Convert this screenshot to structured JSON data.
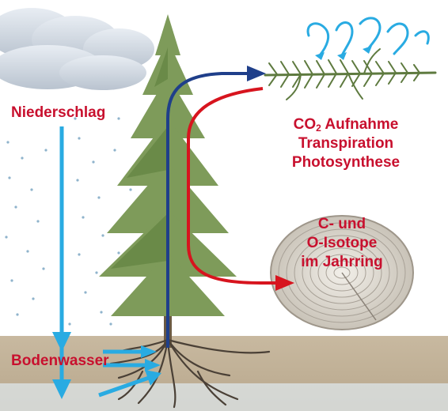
{
  "labels": {
    "niederschlag": "Niederschlag",
    "bodenwasser": "Bodenwasser",
    "co2_prefix": "CO",
    "co2_sub": "2",
    "co2_suffix": " Aufnahme",
    "transpiration": "Transpiration",
    "photosynthese": "Photosynthese",
    "isotope_line1": "C- und",
    "isotope_line2": "O-Isotope",
    "isotope_line3": "im Jahrring"
  },
  "colors": {
    "label_red": "#c8102e",
    "water_blue": "#29abe2",
    "path_navy": "#1f3f8a",
    "path_red": "#d7141e",
    "tree_green": "#7e9b5a",
    "soil": "#b9a88e"
  },
  "icons": [
    "cloud-icon",
    "rain-icon",
    "tree-icon",
    "twig-icon",
    "tree-ring-icon",
    "evaporation-swirl-icon",
    "roots-icon"
  ]
}
